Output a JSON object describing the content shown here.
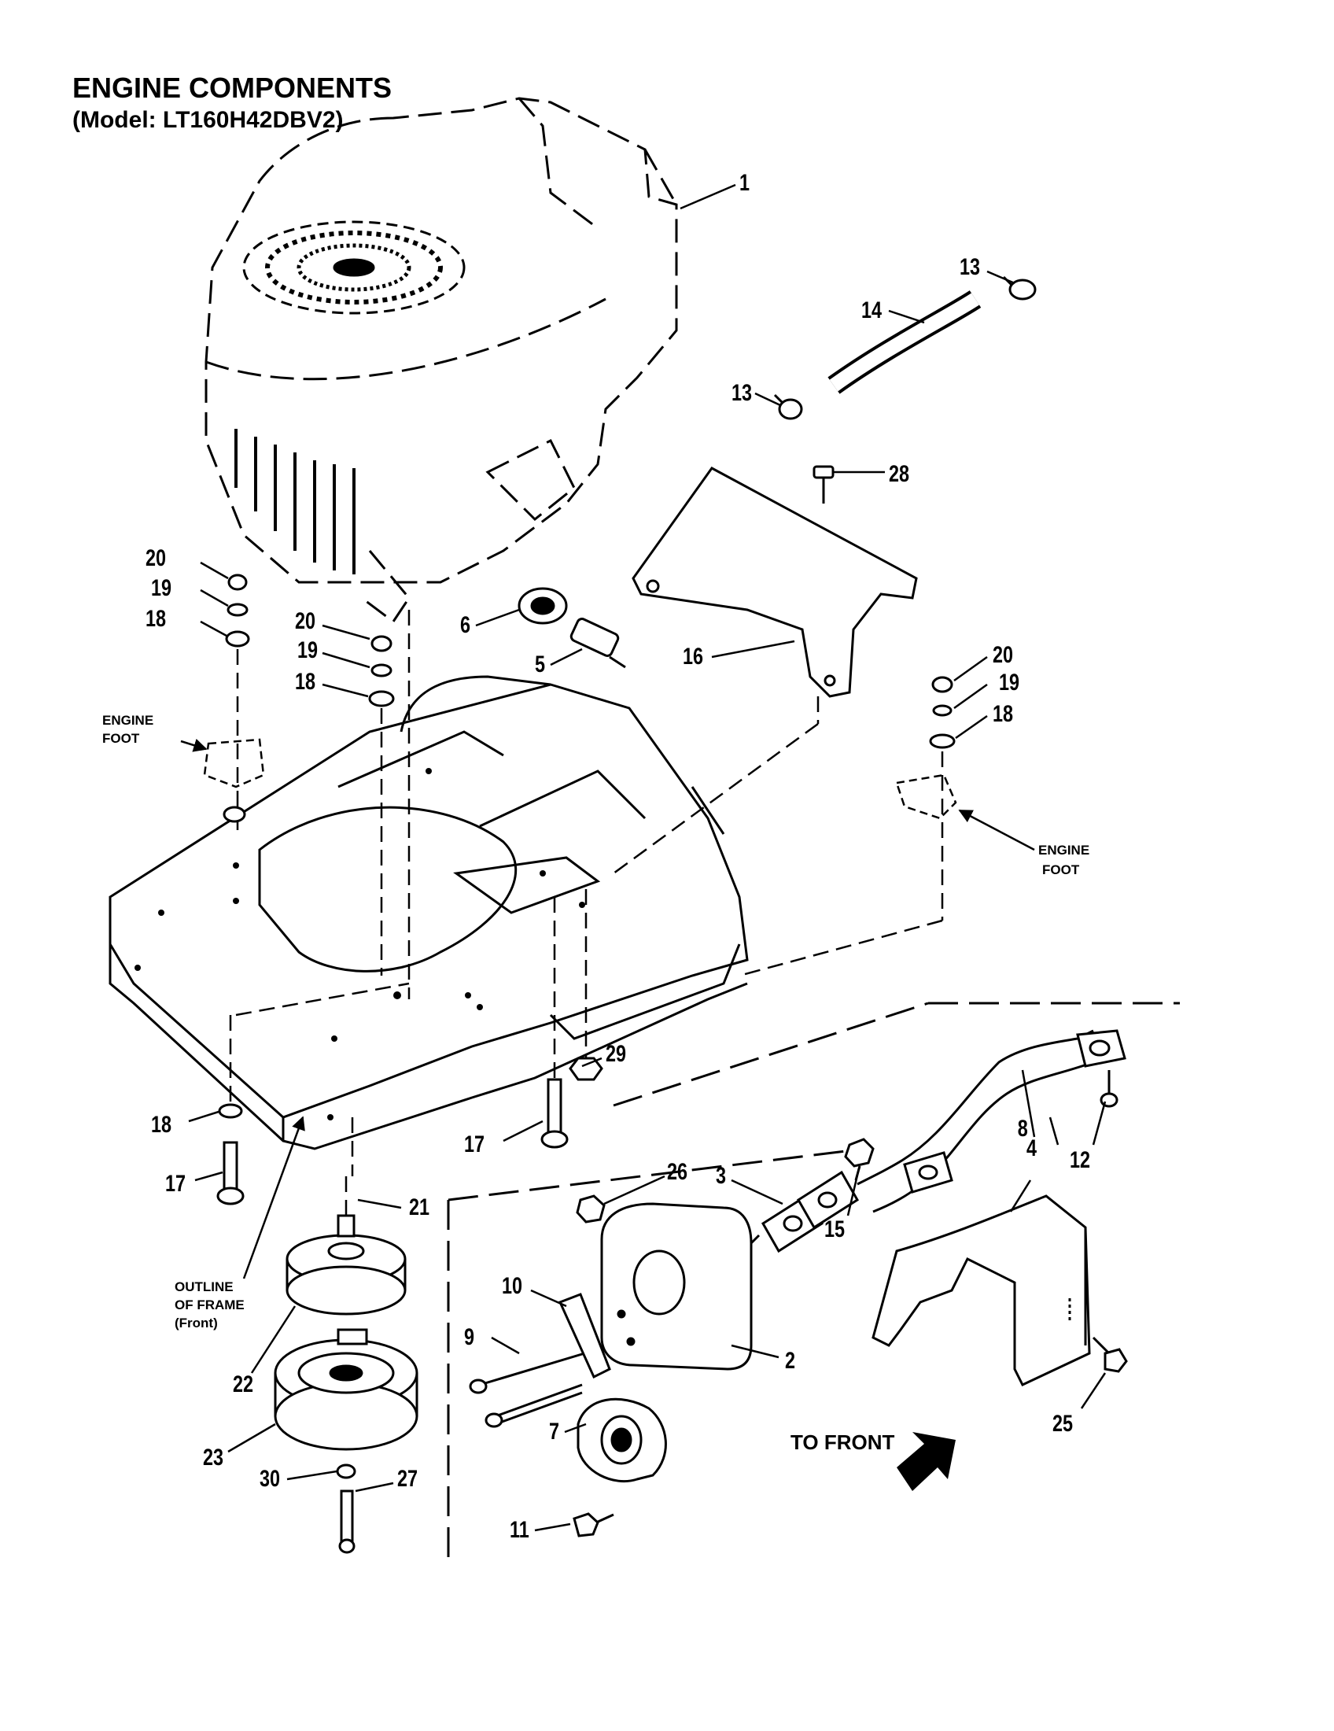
{
  "title": "ENGINE COMPONENTS",
  "subtitle": "(Model: LT160H42DBV2)",
  "callouts": {
    "c1": "1",
    "c2": "2",
    "c3": "3",
    "c4": "4",
    "c5": "5",
    "c6": "6",
    "c7": "7",
    "c8": "8",
    "c9": "9",
    "c10": "10",
    "c11": "11",
    "c12": "12",
    "c13a": "13",
    "c13b": "13",
    "c14": "14",
    "c15": "15",
    "c16": "16",
    "c17a": "17",
    "c17b": "17",
    "c18a": "18",
    "c18b": "18",
    "c18c": "18",
    "c18d": "18",
    "c19a": "19",
    "c19b": "19",
    "c19c": "19",
    "c20a": "20",
    "c20b": "20",
    "c20c": "20",
    "c21": "21",
    "c22": "22",
    "c23": "23",
    "c25": "25",
    "c26": "26",
    "c27": "27",
    "c28": "28",
    "c29": "29",
    "c30": "30"
  },
  "notes": {
    "engine_foot_left_1": "ENGINE",
    "engine_foot_left_2": "FOOT",
    "engine_foot_right_1": "ENGINE",
    "engine_foot_right_2": "FOOT",
    "outline_1": "OUTLINE",
    "outline_2": "OF FRAME",
    "outline_3": "(Front)",
    "to_front": "TO FRONT"
  }
}
